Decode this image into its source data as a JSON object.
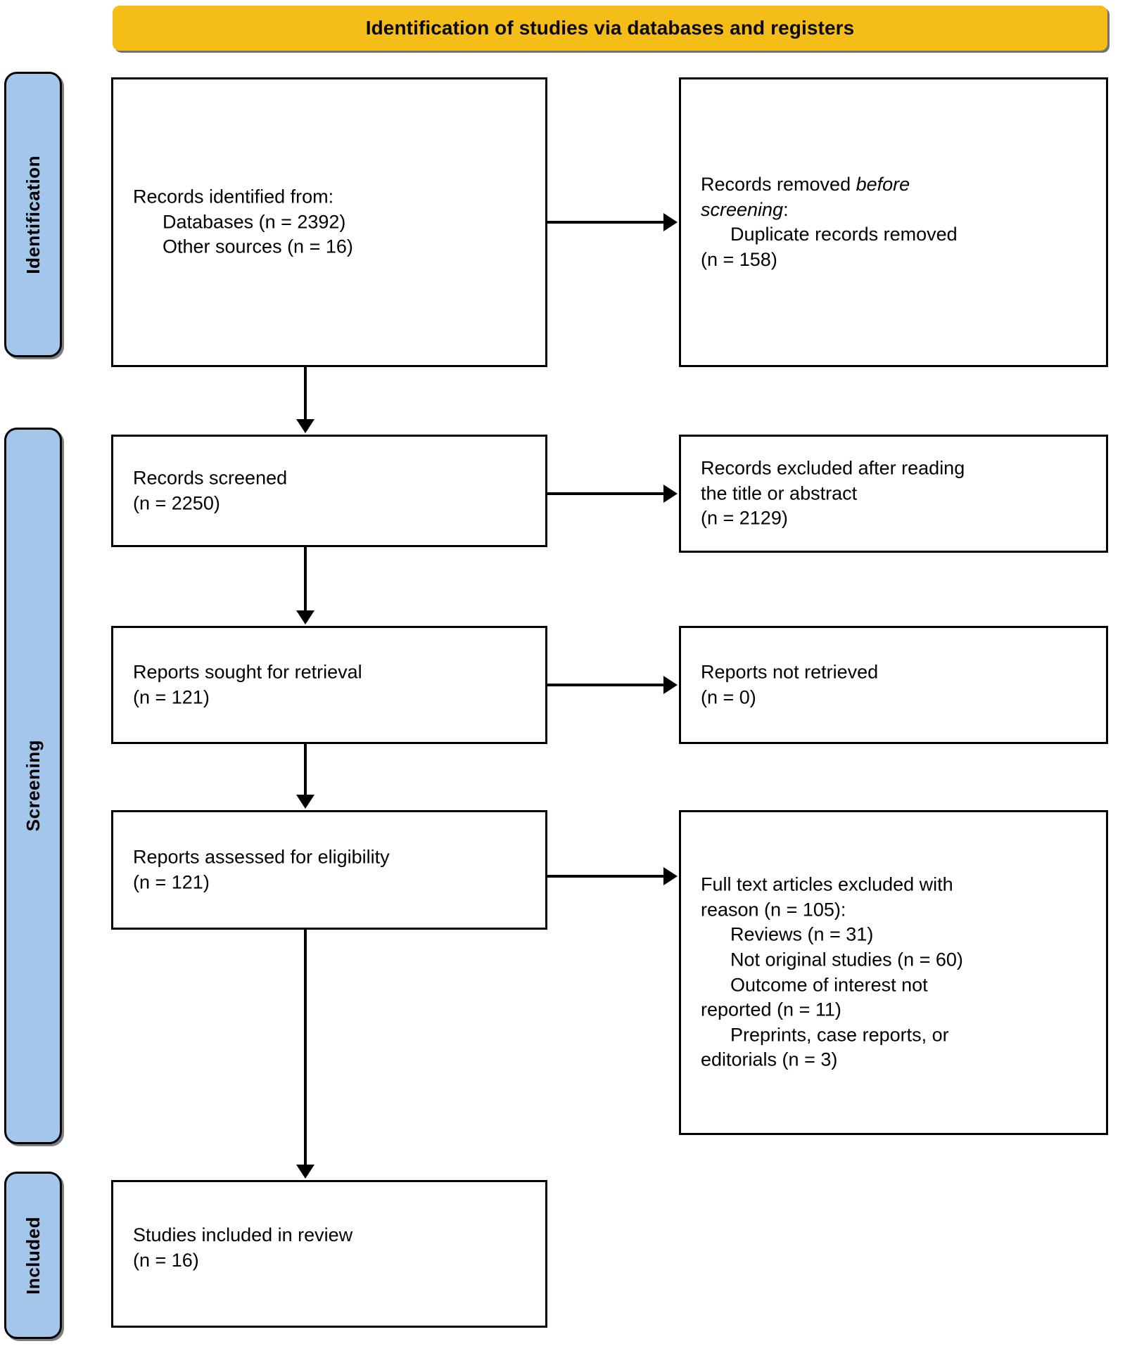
{
  "banner": {
    "title": "Identification of studies via databases and registers"
  },
  "stages": [
    {
      "key": "identification",
      "label": "Identification"
    },
    {
      "key": "screening",
      "label": "Screening"
    },
    {
      "key": "included",
      "label": "Included"
    }
  ],
  "boxes": {
    "identified": {
      "line1": "Records identified from:",
      "line2": "Databases (n = 2392)",
      "line3": "Other sources (n = 16)"
    },
    "removed": {
      "line1a": "Records removed ",
      "line1b": "before",
      "line2a": "screening",
      "line2b": ":",
      "line3": "Duplicate records removed",
      "line4": "(n = 158)"
    },
    "screened": {
      "line1": "Records screened",
      "line2": "(n = 2250)"
    },
    "excluded": {
      "line1": "Records excluded after reading",
      "line2": "the title or abstract",
      "line3": "(n = 2129)"
    },
    "sought": {
      "line1": "Reports sought for retrieval",
      "line2": "(n = 121)"
    },
    "not_retrieved": {
      "line1": "Reports not retrieved",
      "line2": "(n = 0)"
    },
    "assessed": {
      "line1": "Reports assessed for eligibility",
      "line2": "(n = 121)"
    },
    "fulltext_excluded": {
      "line1": "Full text articles excluded with",
      "line2": "reason (n = 105):",
      "reason1": "Reviews (n = 31)",
      "reason2": "Not original studies (n = 60)",
      "reason3a": "Outcome of interest not",
      "reason3b": "reported (n = 11)",
      "reason4a": "Preprints, case reports, or",
      "reason4b": "editorials (n = 3)"
    },
    "included": {
      "line1": "Studies included in review",
      "line2": "(n = 16)"
    }
  },
  "colors": {
    "banner_bg": "#f5bd18",
    "stage_tab_bg": "#a3c6ea",
    "box_border": "#000000",
    "box_bg": "#ffffff",
    "text": "#000000"
  }
}
